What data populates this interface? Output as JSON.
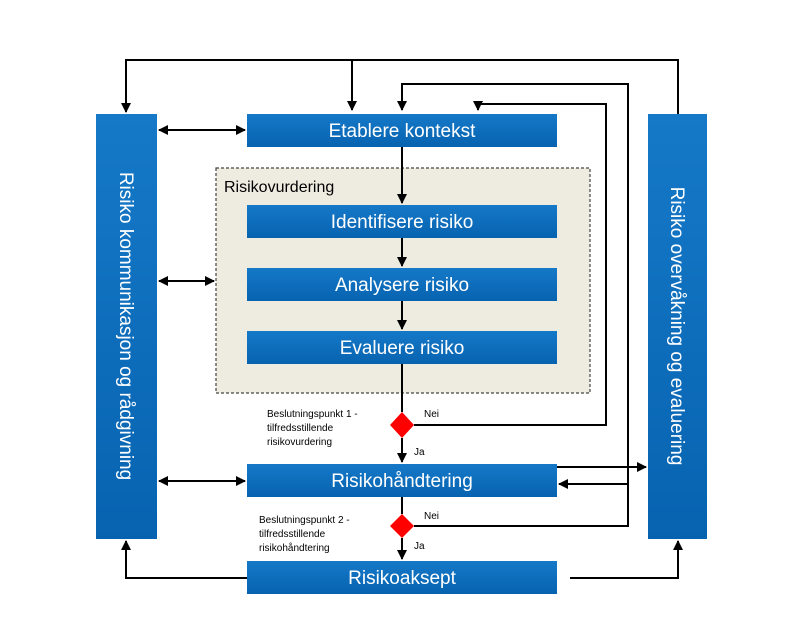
{
  "colors": {
    "box_fill": "#0a6ebd",
    "group_fill": "#eeece1",
    "decision_fill": "#ff0000",
    "connector": "#000000"
  },
  "left_bar": {
    "label": "Risiko kommunikasjon og rådgivning"
  },
  "right_bar": {
    "label": "Risiko overvåkning og evaluering"
  },
  "group": {
    "title": "Risikovurdering"
  },
  "steps": {
    "kontekst": "Etablere kontekst",
    "identifisere": "Identifisere risiko",
    "analysere": "Analysere risiko",
    "evaluere": "Evaluere risiko",
    "handtering": "Risikohåndtering",
    "aksept": "Risikoaksept"
  },
  "decisions": {
    "d1": {
      "lines": [
        "Beslutningspunkt 1 -",
        "tilfredsstillende",
        "risikovurdering"
      ],
      "no": "Nei",
      "yes": "Ja"
    },
    "d2": {
      "lines": [
        "Beslutningspunkt 2 -",
        "tilfredsstillende",
        "risikohåndtering"
      ],
      "no": "Nei",
      "yes": "Ja"
    }
  }
}
